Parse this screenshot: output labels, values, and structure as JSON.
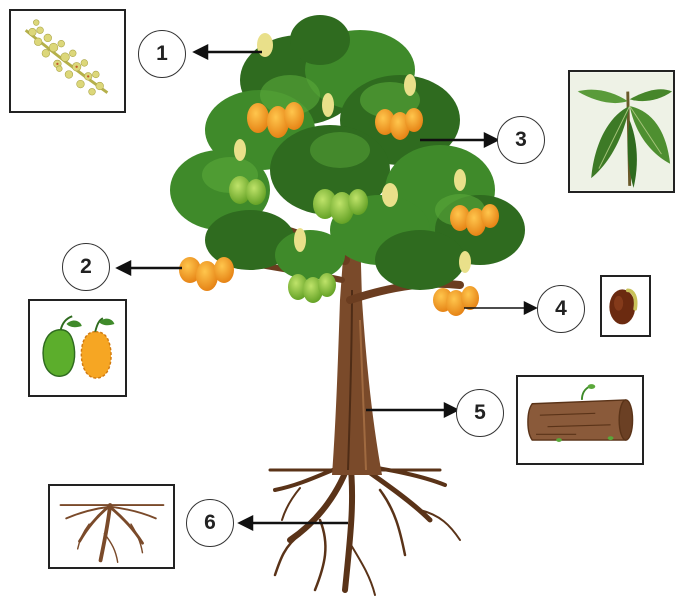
{
  "diagram": {
    "callouts": [
      {
        "id": "1",
        "part": "flower",
        "label": "1"
      },
      {
        "id": "2",
        "part": "fruit",
        "label": "2"
      },
      {
        "id": "3",
        "part": "leaf",
        "label": "3"
      },
      {
        "id": "4",
        "part": "seed",
        "label": "4"
      },
      {
        "id": "5",
        "part": "stem",
        "label": "5"
      },
      {
        "id": "6",
        "part": "root",
        "label": "6"
      }
    ]
  },
  "colors": {
    "leaf_dark": "#2f6b1f",
    "leaf_mid": "#3f8a2a",
    "leaf_light": "#5aa83a",
    "trunk": "#7a4a2a",
    "trunk_dark": "#4e2c16",
    "mango_orange": "#f3a11e",
    "mango_green": "#8fc93a",
    "flower": "#e9e08a",
    "seed": "#6b2a10",
    "arrow": "#111111"
  }
}
